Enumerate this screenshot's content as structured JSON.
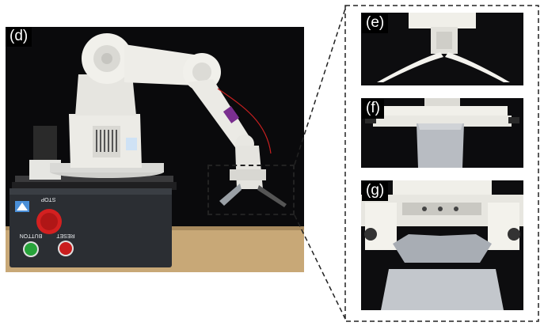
{
  "panels": {
    "d": {
      "label": "(d)"
    },
    "e": {
      "label": "(e)"
    },
    "f": {
      "label": "(f)"
    },
    "g": {
      "label": "(g)"
    }
  },
  "control_box": {
    "stop_label": "STOP",
    "bottom_left_label": "BUTTON",
    "bottom_right_label": "RESET"
  },
  "colors": {
    "background_wall": "#0b0b0c",
    "table_wood": "#c8a877",
    "robot_white": "#ecebe6",
    "control_box": "#2b2e33",
    "stop_button": "#d32020",
    "start_button": "#27a33a",
    "reset_button": "#c91d1d",
    "sheet_metal": "#b8bcc2"
  },
  "icons": [
    "control-box-logo-icon"
  ]
}
